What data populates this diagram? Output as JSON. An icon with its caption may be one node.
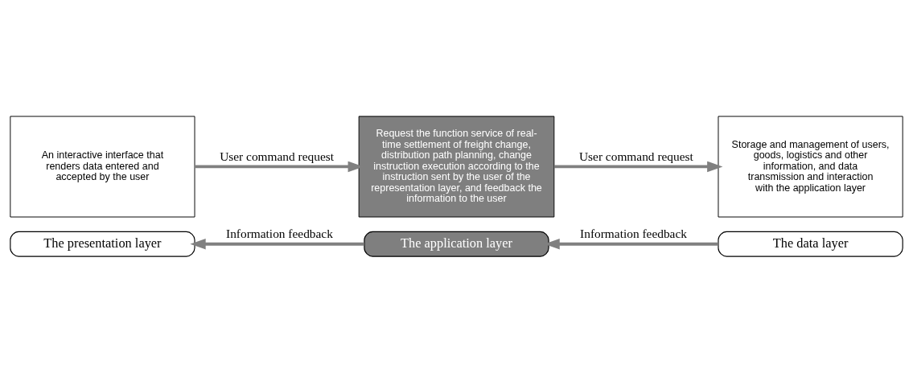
{
  "diagram": {
    "nodes": [
      {
        "text": [
          "An interactive interface that renders data entered and accepted by the user"
        ]
      },
      {
        "text": [
          "Request the function service of real-time settlement of freight change, distribution path planning, change instruction execution according to the instruction sent by the user of the representation layer, and feedback the information to the user"
        ]
      },
      {
        "text": [
          "Storage and management of users, goods, logistics and other information, and data transmission and interaction with the application layer"
        ]
      },
      {
        "text": [
          "The presentation layer"
        ]
      },
      {
        "text": [
          "The application layer"
        ]
      },
      {
        "text": [
          "The data layer"
        ]
      }
    ],
    "edges": [
      {
        "from": 0,
        "to": 1,
        "arrow": "to",
        "label": "User command request"
      },
      {
        "from": 1,
        "to": 2,
        "arrow": "to",
        "label": "User command request"
      },
      {
        "from": 5,
        "to": 4,
        "arrow": "to",
        "label": "Information feedback"
      },
      {
        "from": 4,
        "to": 3,
        "arrow": "to",
        "label": "Information feedback"
      }
    ]
  }
}
